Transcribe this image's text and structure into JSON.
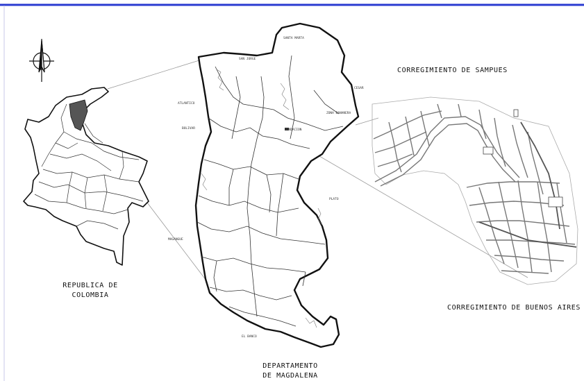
{
  "labels": {
    "colombia": [
      "REPUBLICA DE",
      "COLOMBIA"
    ],
    "magdalena": [
      "DEPARTAMENTO",
      "DE MAGDALENA"
    ],
    "sampues": "CORREGIMIENTO DE SAMPUES",
    "buenos_aires": "CORREGIMIENTO DE BUENOS AIRES"
  },
  "small_labels": {
    "santa_marta": "SANTA MARTA",
    "san_jorge": "SAN JORGE",
    "cesar": "CESAR",
    "atlantico": "ATLANTICO",
    "zona_bananera": "ZONA BANANERA",
    "fundacion": "FUNDACION",
    "bolivar": "BOLIVAR",
    "magangue": "MAGANGUE",
    "el_banco": "EL BANCO",
    "plato": "PLATO"
  },
  "colors": {
    "frame": "#2a3bd1",
    "outline": "#111111",
    "highlight": "#555555",
    "guide": "#999999"
  },
  "icons": {
    "north_arrow": "north-arrow-icon"
  }
}
